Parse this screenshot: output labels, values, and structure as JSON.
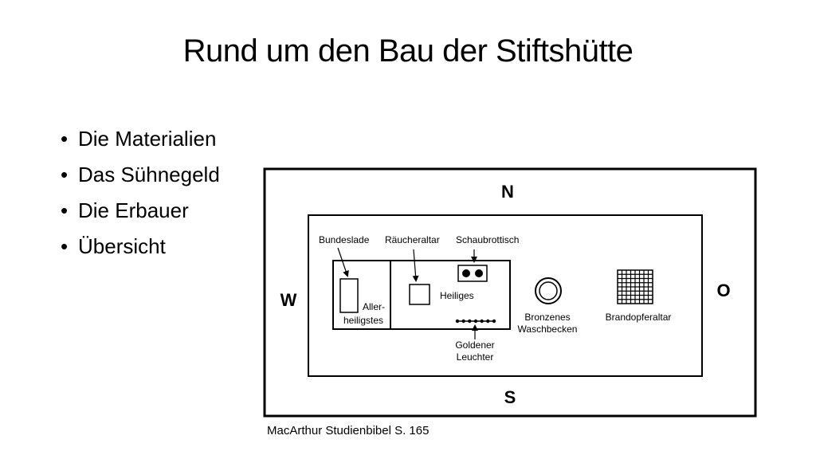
{
  "slide": {
    "title": "Rund um den Bau der Stiftshütte",
    "bullet_glyph": "•",
    "bullets": [
      "Die Materialien",
      "Das Sühnegeld",
      "Die Erbauer",
      "Übersicht"
    ],
    "caption": "MacArthur Studienbibel S. 165"
  },
  "diagram": {
    "compass": {
      "north": "N",
      "south": "S",
      "west": "W",
      "east": "O"
    },
    "labels": {
      "bundeslade": "Bundeslade",
      "raeucheraltar": "Räucheraltar",
      "schaubrottisch": "Schaubrottisch",
      "allerheiligstes_line1": "Aller-",
      "allerheiligstes_line2": "heiligstes",
      "heiliges": "Heiliges",
      "goldener_leuchter_line1": "Goldener",
      "goldener_leuchter_line2": "Leuchter",
      "bronzenes_line1": "Bronzenes",
      "bronzenes_line2": "Waschbecken",
      "brandopferaltar": "Brandopferaltar"
    }
  }
}
